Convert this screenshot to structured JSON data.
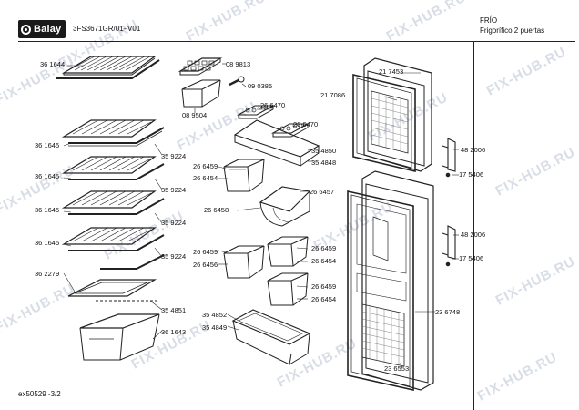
{
  "brand": "Balay",
  "model_code": "3FS3671GR/01–V01",
  "category": "FRÍO",
  "subcategory": "Frigorífico 2 puertas",
  "footer": "ex50529  -3/2",
  "watermark": "FIX-HUB.RU",
  "parts": {
    "shelf_top": "36 1644",
    "shelf_a": "36 1645",
    "shelf_b": "36 1645",
    "shelf_c": "36 1645",
    "shelf_d": "36 1645",
    "trim_a": "35 9224",
    "trim_b": "35 9224",
    "trim_c": "35 9224",
    "trim_d": "35 9224",
    "glass_cover": "36 2279",
    "crisper_frame": "35 4851",
    "crisper": "36 1643",
    "ice_tray": "08 9813",
    "ice_box": "08 9504",
    "scraper": "09 0385",
    "egg_tray_a": "26 6470",
    "egg_tray_b": "26 6470",
    "door_shelf_top_a": "35 4850",
    "door_shelf_top_b": "35 4848",
    "small_box_a": "26 6459",
    "small_box_b": "26 6454",
    "flap": "26 6457",
    "flap_body": "26 6458",
    "box_left_a": "26 6459",
    "box_left_b": "26 6456",
    "box_right1_a": "26 6459",
    "box_right1_b": "26 6454",
    "box_right2_a": "26 6459",
    "box_right2_b": "26 6454",
    "bottle_shelf_a": "35 4852",
    "bottle_shelf_b": "35 4849",
    "freezer_door": "21 7453",
    "freezer_gasket": "21 7086",
    "handle_top": "48 2006",
    "screw_top": "17 5406",
    "handle_bottom": "48 2006",
    "screw_bottom": "17 5406",
    "fridge_door": "23 6748",
    "fridge_gasket": "23 6553"
  }
}
